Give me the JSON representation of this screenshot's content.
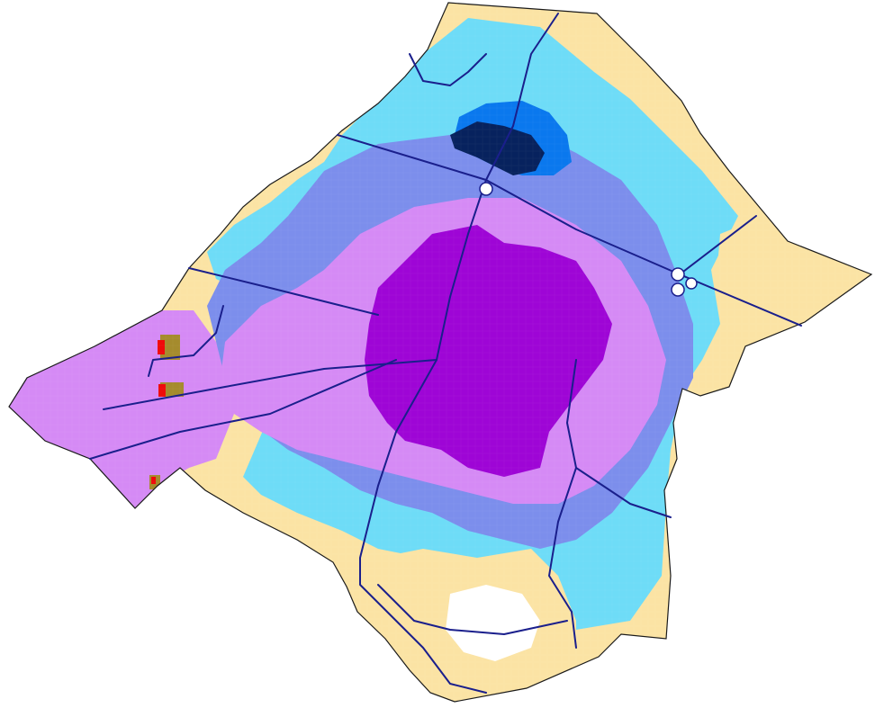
{
  "map": {
    "zones": [
      {
        "name": "outer",
        "color": "#FBE3A4"
      },
      {
        "name": "band-1",
        "color": "#6EDCF7"
      },
      {
        "name": "band-2",
        "color": "#7C8EEC"
      },
      {
        "name": "band-3",
        "color": "#D58AF5"
      },
      {
        "name": "core",
        "color": "#9E05D6"
      },
      {
        "name": "water-deep",
        "color": "#07225E"
      },
      {
        "name": "water-light",
        "color": "#0A78EE"
      },
      {
        "name": "hotspot-red",
        "color": "#F00A0A"
      },
      {
        "name": "hotspot-olive",
        "color": "#A58B2D"
      },
      {
        "name": "void",
        "color": "#FFFFFF"
      }
    ],
    "boundary_color": "#1A1A1A",
    "road_color": "#1A1F8C"
  }
}
